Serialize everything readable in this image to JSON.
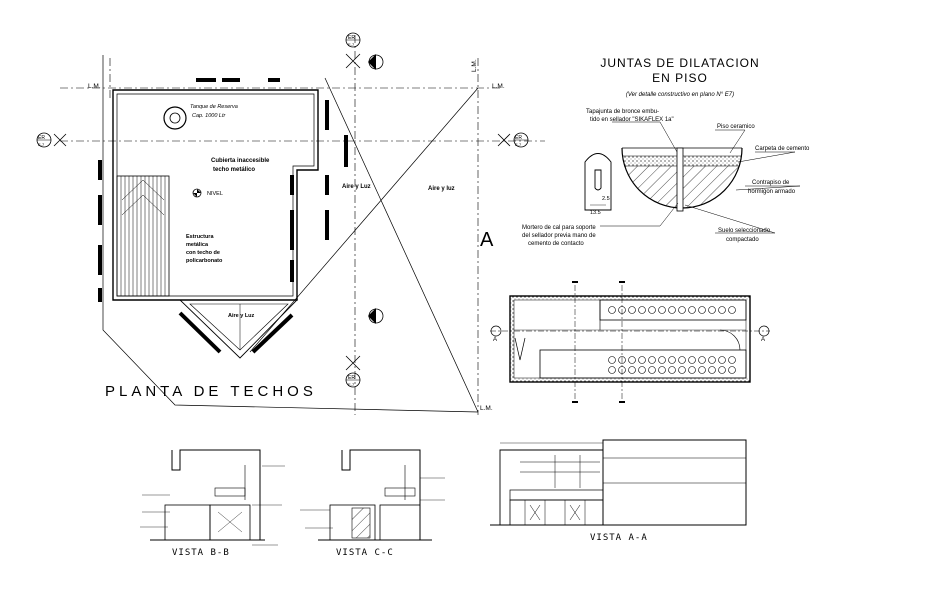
{
  "roof_plan": {
    "title": "PLANTA DE TECHOS",
    "tank_label_1": "Tanque de Reserva",
    "tank_label_2": "Cap. 1000 Ltr",
    "roof_label_1": "Cubierta inaccesible",
    "roof_label_2": "techo metálico",
    "structure_label_1": "Estructura",
    "structure_label_2": "metálica",
    "structure_label_3": "con techo de",
    "structure_label_4": "policarbonato",
    "level_label": "NIVEL",
    "air_light_1": "Aire y Luz",
    "air_light_2": "Aire y luz",
    "air_light_3": "Aire y Luz",
    "lm_tl": "L.M.",
    "lm_tr": "L.M.",
    "lm_mid": "L.M.",
    "lm_br": "L.M.",
    "section_letter": "A",
    "er_label": "ER",
    "er_sub": "E-7"
  },
  "joints": {
    "title_1": "JUNTAS DE DILATACION",
    "title_2": "EN PISO",
    "subtitle": "(Ver detalle constructivo en plano N° E7)",
    "label_tapajunta_1": "Tapajunta de bronce embu-",
    "label_tapajunta_2": "tido en sellador \"SIKAFLEX 1a\"",
    "label_piso": "Piso ceramico",
    "label_carpeta": "Carpeta de cemento",
    "label_contrapiso_1": "Contrapiso de",
    "label_contrapiso_2": "hormigon armado",
    "label_suelo_1": "Suelo seleccionado",
    "label_suelo_2": "compactado",
    "label_mortero_1": "Mortero de cal para soporte",
    "label_mortero_2": "del sellador previa mano de",
    "label_mortero_3": "cemento de contacto",
    "dim_1": "2.5",
    "dim_2": "13.5"
  },
  "plan_detail": {
    "cut_label_left": "A",
    "cut_label_right": "A"
  },
  "elevations": {
    "view_bb": "VISTA B-B",
    "view_cc": "VISTA C-C",
    "view_aa": "VISTA A-A"
  },
  "colors": {
    "ink": "#000000",
    "background": "#ffffff"
  }
}
